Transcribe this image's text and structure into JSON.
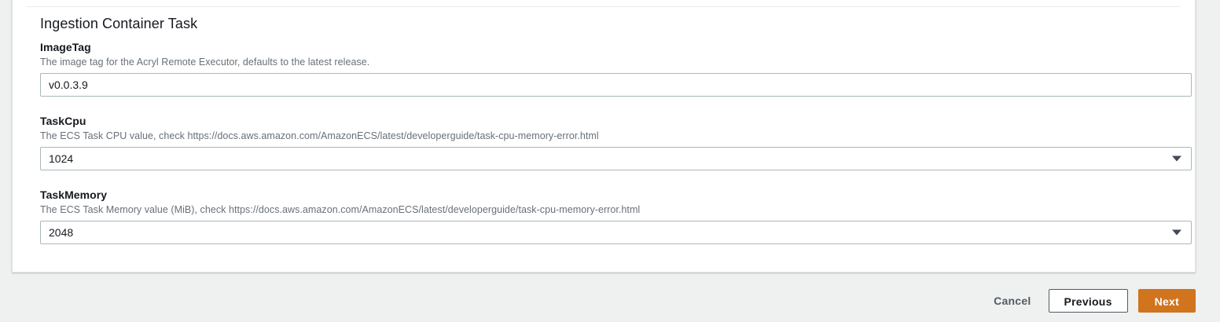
{
  "card": {
    "section_title": "Ingestion Container Task",
    "fields": [
      {
        "label": "ImageTag",
        "description": "The image tag for the Acryl Remote Executor, defaults to the latest release.",
        "type": "text",
        "value": "v0.0.3.9"
      },
      {
        "label": "TaskCpu",
        "description": "The ECS Task CPU value, check https://docs.aws.amazon.com/AmazonECS/latest/developerguide/task-cpu-memory-error.html",
        "type": "select",
        "value": "1024",
        "arrow_icon": "chevron-down-icon"
      },
      {
        "label": "TaskMemory",
        "description": "The ECS Task Memory value (MiB), check https://docs.aws.amazon.com/AmazonECS/latest/developerguide/task-cpu-memory-error.html",
        "type": "select",
        "value": "2048",
        "arrow_icon": "chevron-down-icon"
      }
    ]
  },
  "footer": {
    "cancel_label": "Cancel",
    "previous_label": "Previous",
    "next_label": "Next"
  },
  "colors": {
    "primary_button": "#d0741e",
    "page_background": "#eff0f0",
    "card_background": "#ffffff",
    "label_text": "#16191f",
    "description_text": "#687078",
    "input_border": "#aab7b8",
    "button_border": "#545b64"
  }
}
